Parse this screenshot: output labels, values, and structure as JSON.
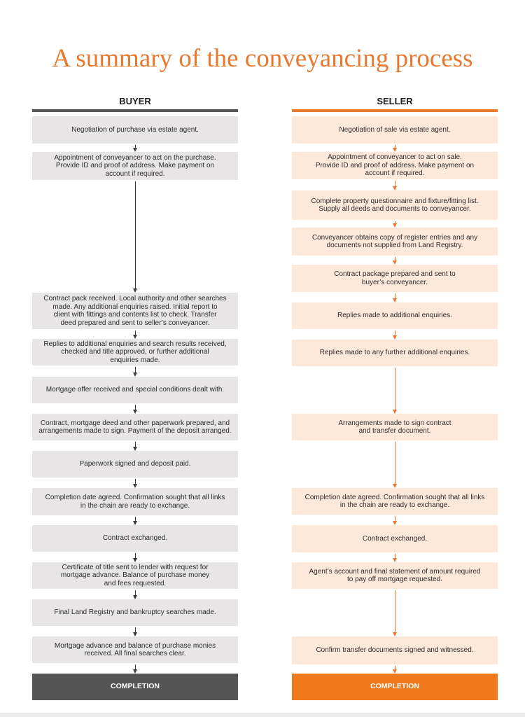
{
  "title": "A summary of the conveyancing process",
  "colors": {
    "accent": "#e8792f",
    "buyer_box": "#e7e5e6",
    "seller_box": "#fde8da",
    "buyer_completion": "#555555",
    "seller_completion": "#f07a1b"
  },
  "buyer": {
    "heading": "BUYER",
    "steps": [
      "Negotiation of purchase via estate agent.",
      "Appointment of conveyancer to act on the purchase.\nProvide ID and proof of address. Make payment on\naccount if required.",
      "Contract pack received. Local authority and other searches\nmade. Any additional enquiries raised. Initial report to\nclient with fittings and contents list to check. Transfer\ndeed prepared and sent to seller’s conveyancer.",
      "Replies to additional enquiries and search results received,\nchecked and title approved, or further additional\nenquiries made.",
      "Mortgage offer received and special conditions dealt with.",
      "Contract, mortgage deed and other paperwork prepared, and\narrangements made to sign. Payment of the deposit arranged.",
      "Paperwork signed and deposit paid.",
      "Completion date agreed. Confirmation sought that all links\nin the chain are ready to exchange.",
      "Contract exchanged.",
      "Certificate of title sent to lender with request for\nmortgage advance. Balance of purchase money\nand fees requested.",
      "Final Land Registry and bankruptcy searches made.",
      "Mortgage advance and balance of purchase monies\nreceived. All final searches clear."
    ],
    "completion": "COMPLETION"
  },
  "seller": {
    "heading": "SELLER",
    "steps": [
      "Negotiation of sale via estate agent.",
      "Appointment of conveyancer to act on sale.\nProvide ID and proof of address. Make payment on\naccount if required.",
      "Complete property questionnaire and fixture/fitting list.\nSupply all deeds and documents to conveyancer.",
      "Conveyancer obtains copy of register entries and any\ndocuments not supplied from Land Registry.",
      "Contract package prepared and sent to\nbuyer’s conveyancer.",
      "Replies made to additional enquiries.",
      "Replies made to any further additional enquiries.",
      "Arrangements made to sign contract\nand transfer document.",
      "Completion date agreed. Confirmation sought that all links\nin the chain are ready to exchange.",
      "Contract exchanged.",
      "Agent’s account and final statement of amount required\nto pay off mortgage requested.",
      "Confirm transfer documents signed and witnessed."
    ],
    "completion": "COMPLETION"
  }
}
